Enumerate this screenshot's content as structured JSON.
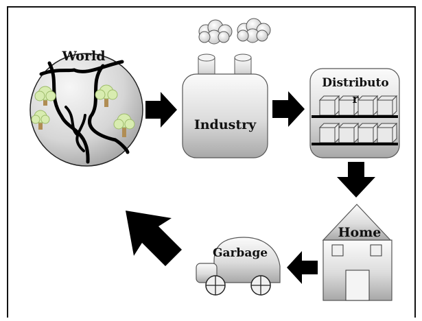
{
  "nodes": {
    "world": {
      "label": "World",
      "icon": "globe-icon"
    },
    "industry": {
      "label": "Industry",
      "icon": "factory-icon"
    },
    "distributor": {
      "label_line1": "Distributo",
      "label_line2": "r",
      "icon": "warehouse-shelves-icon"
    },
    "home": {
      "label": "Home",
      "icon": "house-icon"
    },
    "garbage": {
      "label": "Garbage",
      "icon": "garbage-truck-icon"
    }
  },
  "colors": {
    "frame": "#111111",
    "arrow": "#000000",
    "shape_fill_light": "#f2f2f2",
    "shape_fill_dark": "#a9a9a9",
    "tree_foliage": "#d8ecb0",
    "tree_trunk": "#b08d54"
  }
}
